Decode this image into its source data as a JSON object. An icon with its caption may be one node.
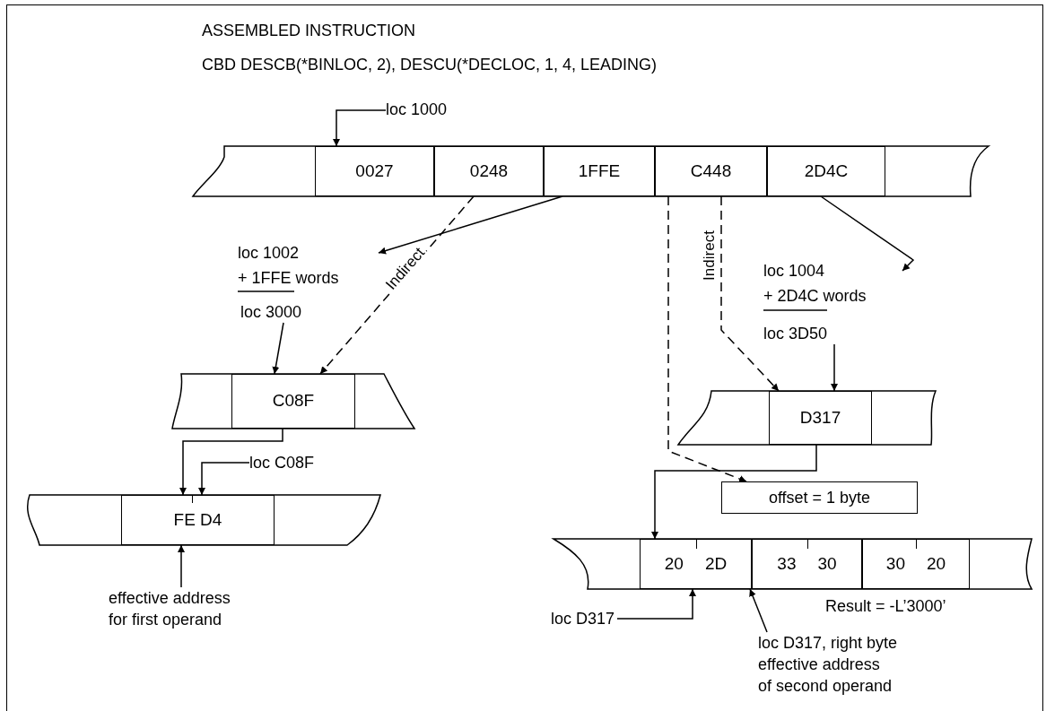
{
  "diagram": {
    "title": "ASSEMBLED INSTRUCTION",
    "nodes": [
      {
        "text": [
          "loc 1000"
        ]
      },
      {
        "text": [
          "0027"
        ]
      },
      {
        "text": [
          "0248"
        ]
      },
      {
        "text": [
          "1FFE"
        ]
      },
      {
        "text": [
          "C448"
        ]
      },
      {
        "text": [
          "2D4C"
        ]
      },
      {
        "text": [
          "loc 1002",
          "+ 1FFE words"
        ]
      },
      {
        "text": [
          "loc 3000"
        ]
      },
      {
        "text": [
          "C08F"
        ]
      },
      {
        "text": [
          "loc 1004",
          "+ 2D4C words"
        ]
      },
      {
        "text": [
          "loc 3D50"
        ]
      },
      {
        "text": [
          "D317"
        ]
      },
      {
        "text": [
          "offset = 1 byte"
        ]
      },
      {
        "text": [
          "FE D4"
        ]
      },
      {
        "text": [
          "loc C08F"
        ]
      },
      {
        "text": [
          "effective address for first operand"
        ]
      },
      {
        "text": [
          "20",
          "2D"
        ]
      },
      {
        "text": [
          "33",
          "30"
        ]
      },
      {
        "text": [
          "30",
          "20"
        ]
      },
      {
        "text": [
          "loc D317"
        ]
      },
      {
        "text": [
          "loc D317, right byte",
          "effective address of second operand"
        ]
      }
    ],
    "edges": [
      {
        "from": 0,
        "to": 1,
        "arrow": "to"
      },
      {
        "from": 3,
        "to": 6,
        "arrow": "to"
      },
      {
        "from": 2,
        "to": 8,
        "arrow": "to",
        "style": "dashed",
        "label": "Indirect"
      },
      {
        "from": 7,
        "to": 8,
        "arrow": "to"
      },
      {
        "from": 4,
        "to": 11,
        "arrow": "to",
        "style": "dashed",
        "label": "Indirect"
      },
      {
        "from": 4,
        "to": 12,
        "arrow": "to",
        "style": "dashed"
      },
      {
        "from": 5,
        "to": 9,
        "arrow": "to"
      },
      {
        "from": 10,
        "to": 11,
        "arrow": "to"
      },
      {
        "from": 11,
        "to": 16,
        "arrow": "to"
      },
      {
        "from": 8,
        "to": 13,
        "arrow": "to"
      },
      {
        "from": 14,
        "to": 13,
        "arrow": "to"
      },
      {
        "from": 15,
        "to": 13,
        "arrow": "to"
      },
      {
        "from": 19,
        "to": 16,
        "arrow": "to"
      },
      {
        "from": 20,
        "to": 16,
        "arrow": "to"
      }
    ],
    "labels": [
      "CBD DESCB(*BINLOC, 2), DESCU(*DECLOC, 1, 4, LEADING)",
      "Result = -L’3000’"
    ]
  }
}
